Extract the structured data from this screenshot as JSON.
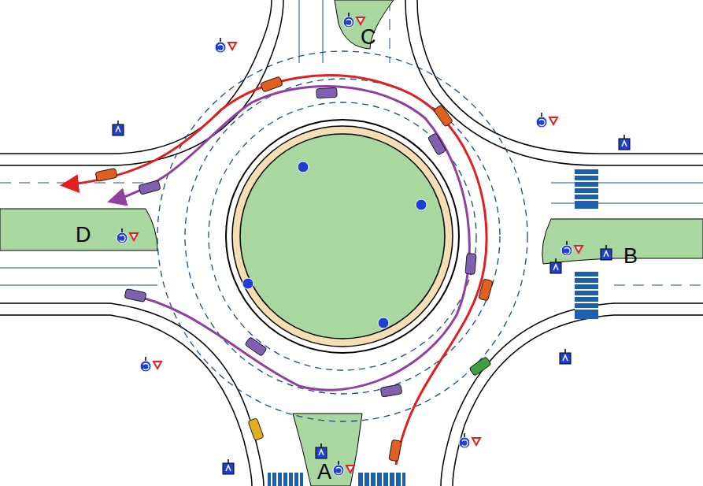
{
  "diagram": {
    "labels": [
      "C",
      "B",
      "D",
      "A"
    ]
  }
}
